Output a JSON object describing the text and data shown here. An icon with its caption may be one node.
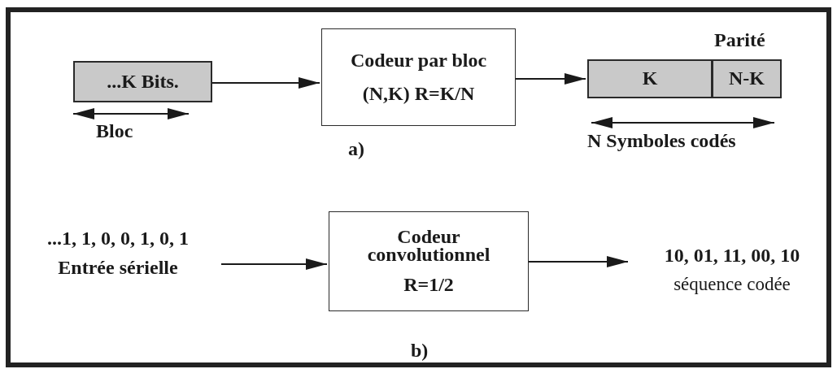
{
  "diagram": {
    "nodes": [
      {
        "text": [
          "...K Bits."
        ]
      },
      {
        "text": [
          "Codeur par bloc (N,K) R=K/N"
        ]
      },
      {
        "text": [
          "K"
        ]
      },
      {
        "text": [
          "N-K"
        ],
        "beside": [
          "Parité"
        ]
      },
      {
        "text": [
          "...1, 1, 0, 0, 1, 0, 1",
          "Entrée sérielle"
        ]
      },
      {
        "text": [
          "Codeur convolutionnel",
          "R=1/2"
        ]
      },
      {
        "text": [
          "10, 01, 11, 00, 10",
          "séquence codée"
        ]
      }
    ],
    "edges": [
      {
        "from": 0,
        "to": 1,
        "arrow": "to"
      },
      {
        "from": 1,
        "to": 2,
        "arrow": "to"
      },
      {
        "from": 4,
        "to": 5,
        "arrow": "to"
      },
      {
        "from": 5,
        "to": 6,
        "arrow": "to"
      }
    ],
    "labels": [
      "Bloc",
      "a)",
      "N Symboles codés",
      "b)"
    ]
  }
}
